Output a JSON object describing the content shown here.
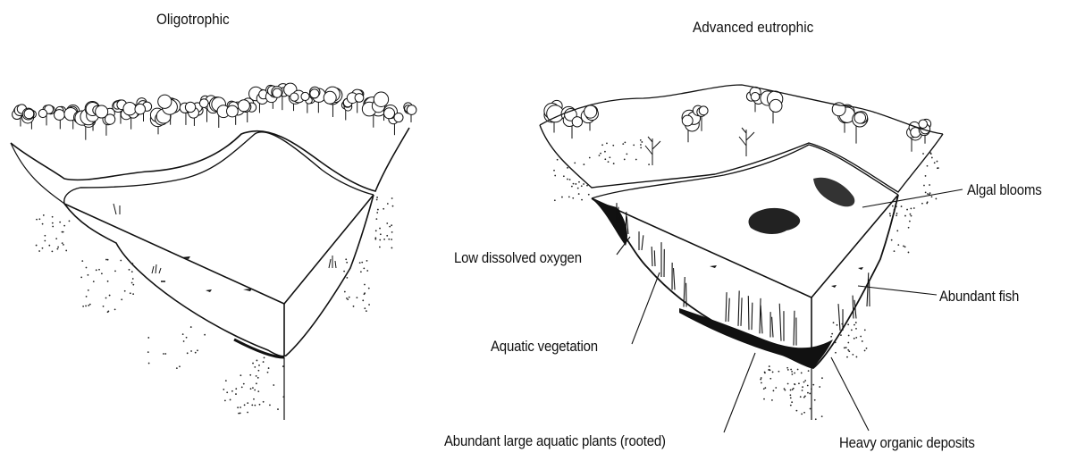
{
  "panels": {
    "left": {
      "title": "Oligotrophic"
    },
    "right": {
      "title": "Advanced eutrophic"
    }
  },
  "labels": {
    "algal_blooms": "Algal blooms",
    "low_dissolved_oxygen": "Low dissolved oxygen",
    "abundant_fish": "Abundant  fish",
    "aquatic_vegetation": "Aquatic vegetation",
    "abundant_large_plants": "Abundant large aquatic plants (rooted)",
    "heavy_organic_deposits": "Heavy organic deposits"
  }
}
